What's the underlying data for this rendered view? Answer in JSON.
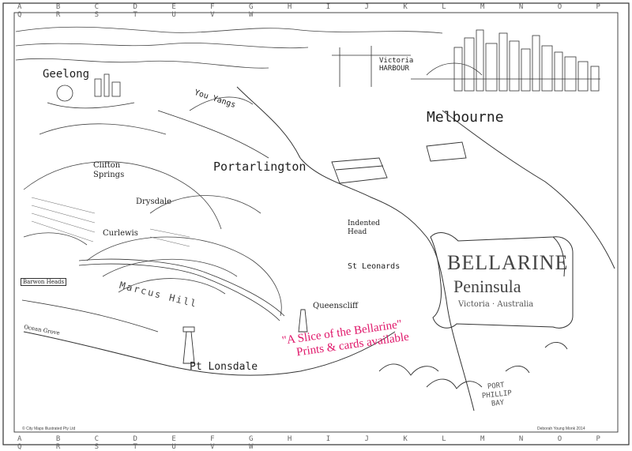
{
  "map": {
    "places": {
      "geelong": "Geelong",
      "you_yangs": "You Yangs",
      "victoria_harbour": "Victoria HARBOUR",
      "melbourne": "Melbourne",
      "portarlington": "Portarlington",
      "clifton_springs": "Clifton Springs",
      "drysdale": "Drysdale",
      "curlewis": "Curlewis",
      "indented_head": "Indented Head",
      "st_leonards": "St Leonards",
      "barwon_heads": "Barwon Heads",
      "marcus_hill": "Marcus Hill",
      "ocean_grove": "Ocean Grove",
      "queenscliff": "Queenscliff",
      "pt_lonsdale": "Pt Lonsdale",
      "port_phillip_bay": "PORT PHILLIP BAY"
    },
    "banner": {
      "title": "BELLARINE",
      "subtitle": "Peninsula",
      "region": "Victoria · Australia"
    },
    "promo": {
      "line1": "\"A Slice of the Bellarine\"",
      "line2": "Prints & cards available"
    },
    "copyright": "© City Maps Illustrated Pty Ltd",
    "signature": "Deborah Young Monk 2014",
    "border": {
      "top": "A B C D E F G H I J K L M N O P Q R S T U V W",
      "bottom": "A B C D E F G H I J K L M N O P Q R S T U V W"
    }
  },
  "colors": {
    "ink": "#1f1f1f",
    "paper": "#ffffff",
    "promo": "#e0176a"
  }
}
